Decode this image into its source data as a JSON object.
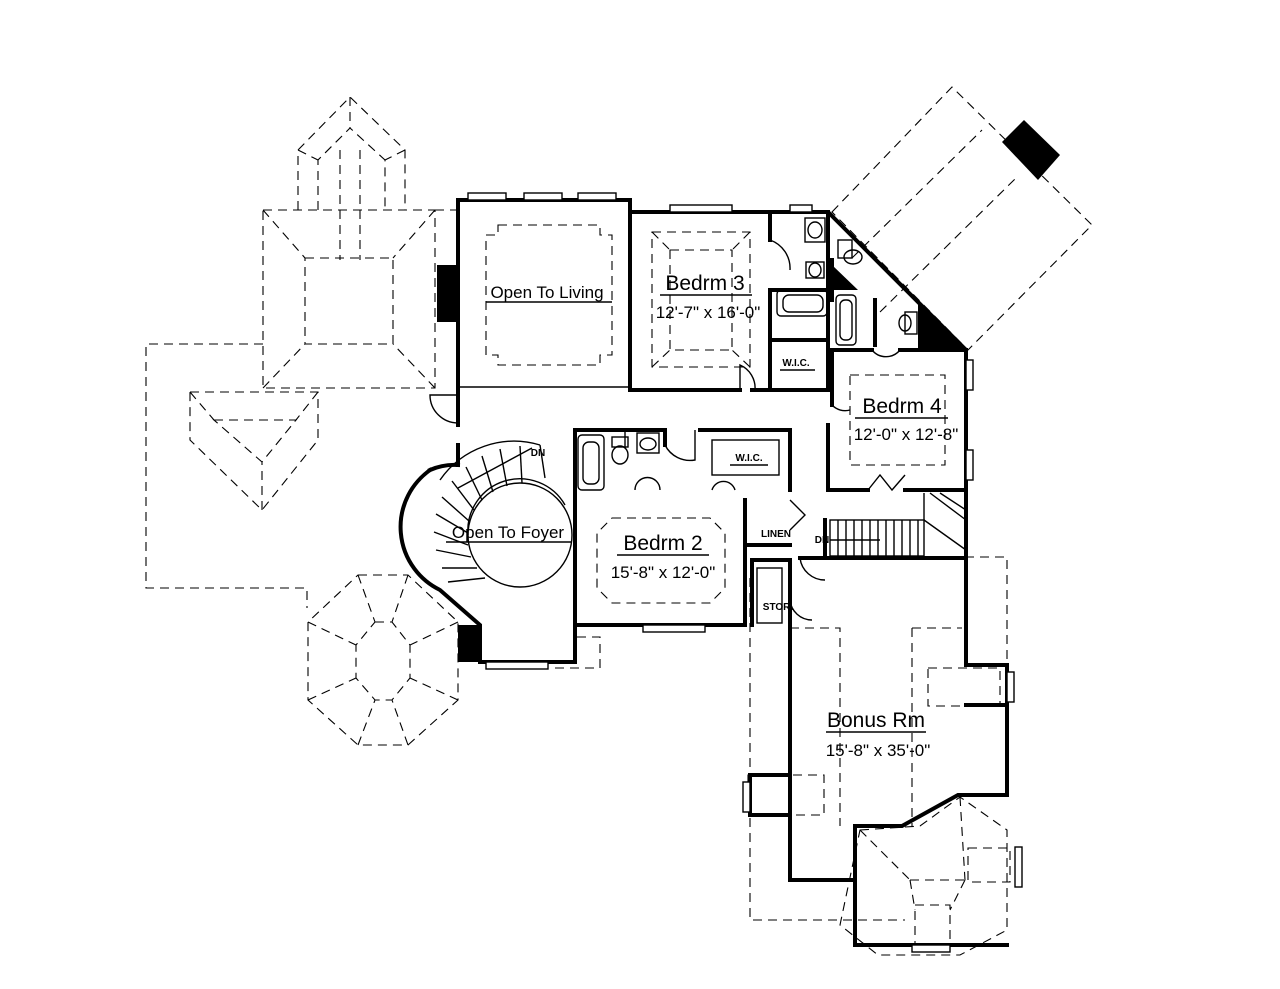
{
  "rooms": {
    "open_to_living": "Open To Living",
    "bedrm3": {
      "name": "Bedrm 3",
      "size": "12'-7\" x 16'-0\""
    },
    "bedrm4": {
      "name": "Bedrm 4",
      "size": "12'-0\" x 12'-8\""
    },
    "bedrm2": {
      "name": "Bedrm 2",
      "size": "15'-8\" x 12'-0\""
    },
    "open_to_foyer": "Open To Foyer",
    "bonus": {
      "name": "Bonus Rm",
      "size": "15'-8\" x 35'-0\""
    }
  },
  "small_labels": {
    "wic_upper": "W.I.C.",
    "wic_lower": "W.I.C.",
    "linen": "LINEN",
    "stor": "STOR.",
    "dn_stair_main": "DN",
    "dn_stair_side": "DN"
  }
}
